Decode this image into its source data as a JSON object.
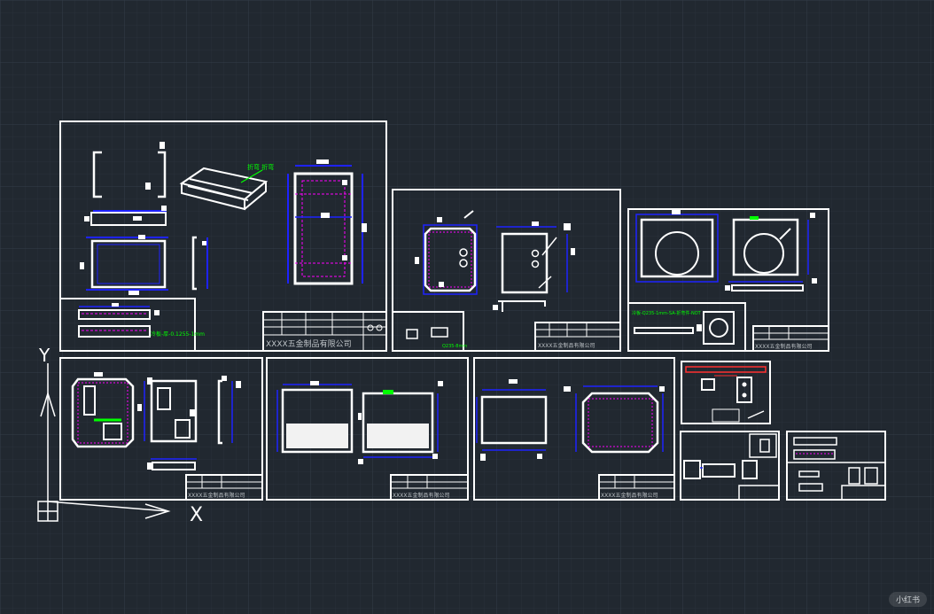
{
  "colors": {
    "background": "#212830",
    "grid_minor": "#2a323b",
    "grid_major": "#313b45",
    "frame": "#ffffff",
    "dimension": "#1e22ff",
    "hidden_line": "#ff00ff",
    "leader": "#00ff00",
    "title_text": "#bfc4c8"
  },
  "ucs": {
    "y_label": "Y",
    "x_label": "X"
  },
  "sheets": {
    "s1": {
      "title": "XXXX五金制品有限公司",
      "note": "折弯 折弯",
      "note2": "冷板-厚-0.1255-1mm"
    },
    "s2": {
      "title": "XXXX五金制品有限公司",
      "note": "Q235-8mm"
    },
    "s3": {
      "title": "XXXX五金制品有限公司",
      "note": "冷板-Q235-1mm-SA-折弯件-NOT"
    },
    "s4": {
      "title": "XXXX五金制品有限公司"
    },
    "s5": {
      "title": "XXXX五金制品有限公司"
    },
    "s6": {
      "title": "XXXX五金制品有限公司"
    }
  },
  "watermark": "小红书"
}
